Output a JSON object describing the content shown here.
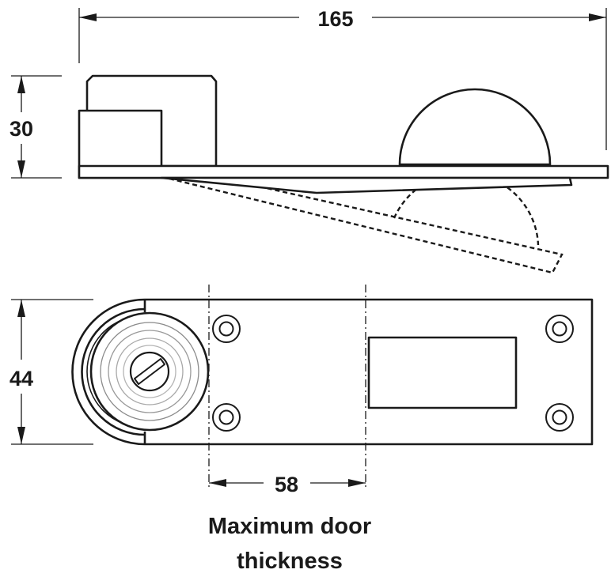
{
  "dimensions": {
    "overall_length": "165",
    "height": "30",
    "width": "44",
    "door_thickness": "58"
  },
  "caption": {
    "line1": "Maximum door",
    "line2": "thickness"
  },
  "colors": {
    "line": "#1a1a1a",
    "background": "#ffffff"
  }
}
